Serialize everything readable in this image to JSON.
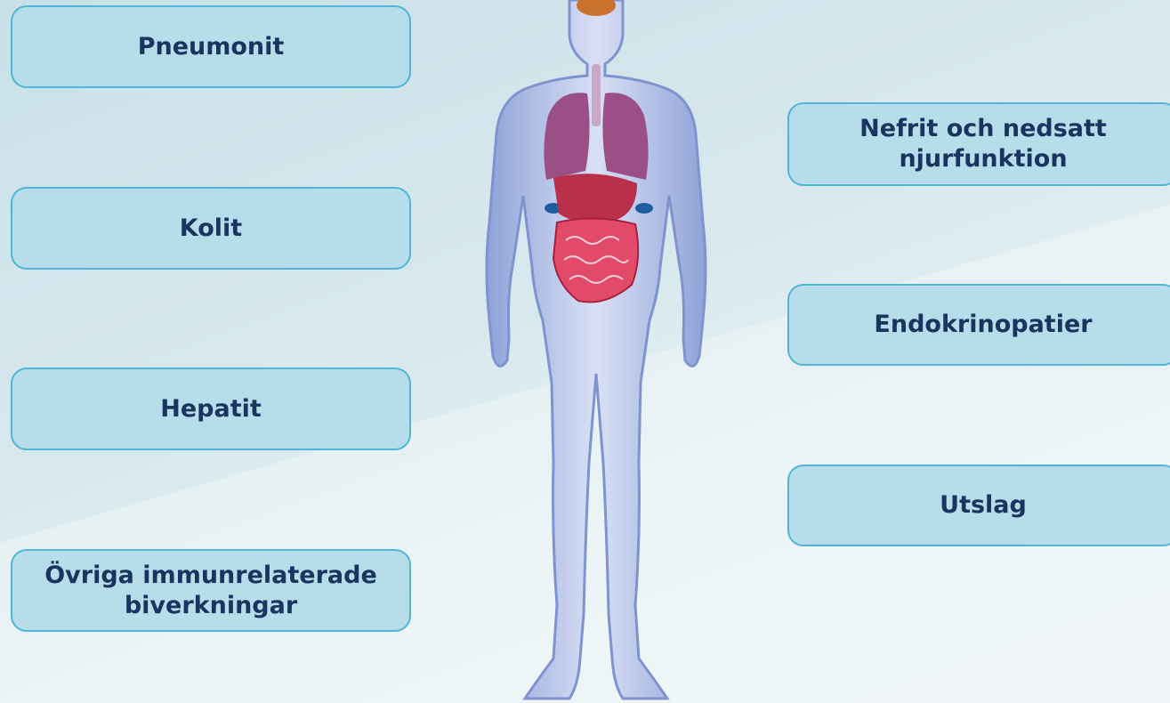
{
  "left_boxes": [
    {
      "label": "Pneumonit"
    },
    {
      "label": "Kolit"
    },
    {
      "label": "Hepatit"
    },
    {
      "label": "Övriga immunrelaterade biverkningar"
    }
  ],
  "right_boxes": [
    {
      "label": "Nefrit och nedsatt njurfunktion"
    },
    {
      "label": "Endokrinopatier"
    },
    {
      "label": "Utslag"
    }
  ],
  "colors": {
    "box_fill": "#b7dcea",
    "box_border": "#4fb6d8",
    "text": "#17365f",
    "lungs": "#9a4f86",
    "liver": "#b8304a",
    "intestine": "#e24a6a",
    "kidney": "#1f5e9e",
    "body": "#aebfe6"
  }
}
